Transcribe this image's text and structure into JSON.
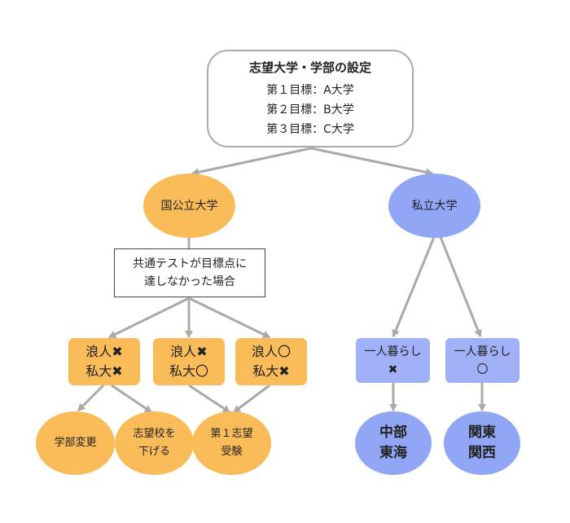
{
  "root": {
    "title": "志望大学・学部の設定",
    "lines": [
      "第１目標：A大学",
      "第２目標：B大学",
      "第３目標：C大学"
    ]
  },
  "national": {
    "label": "国公立大学"
  },
  "private": {
    "label": "私立大学"
  },
  "condition": {
    "line1": "共通テストが目標点に",
    "line2": "達しなかった場合"
  },
  "scenarios": [
    {
      "line1": "浪人✖",
      "line2": "私大✖"
    },
    {
      "line1": "浪人✖",
      "line2": "私大〇"
    },
    {
      "line1": "浪人〇",
      "line2": "私大✖"
    }
  ],
  "outcomes": [
    {
      "line1": "学部変更",
      "line2": ""
    },
    {
      "line1": "志望校を",
      "line2": "下げる"
    },
    {
      "line1": "第１志望",
      "line2": "受験"
    }
  ],
  "living": [
    {
      "line1": "一人暮らし",
      "line2": "✖"
    },
    {
      "line1": "一人暮らし",
      "line2": "〇"
    }
  ],
  "regions": [
    {
      "line1": "中部",
      "line2": "東海"
    },
    {
      "line1": "関東",
      "line2": "関西"
    }
  ],
  "colors": {
    "orange": "#f9bc58",
    "blue": "#91a6f5",
    "edge": "#a9a9a9"
  }
}
